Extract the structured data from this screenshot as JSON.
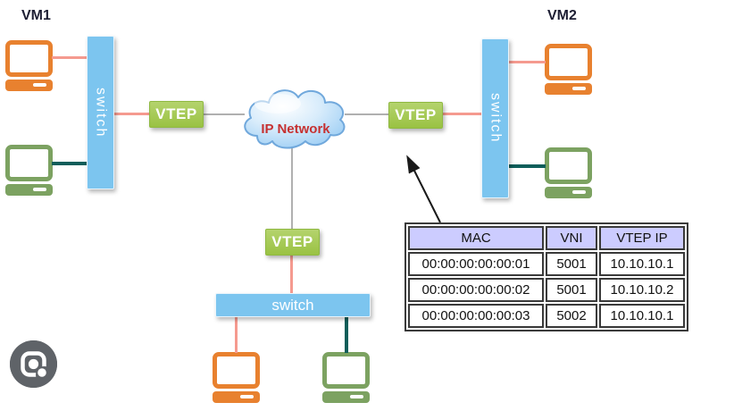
{
  "diagram": {
    "vm1_label": "VM1",
    "vm2_label": "VM2",
    "cloud_label": "IP Network",
    "switch_left_label": "switch",
    "switch_right_label": "switch",
    "switch_bottom_label": "switch",
    "vtep_left_label": "VTEP",
    "vtep_right_label": "VTEP",
    "vtep_bottom_label": "VTEP"
  },
  "table": {
    "headers": [
      "MAC",
      "VNI",
      "VTEP IP"
    ],
    "rows": [
      [
        "00:00:00:00:00:01",
        "5001",
        "10.10.10.1"
      ],
      [
        "00:00:00:00:00:02",
        "5001",
        "10.10.10.2"
      ],
      [
        "00:00:00:00:00:03",
        "5002",
        "10.10.10.1"
      ]
    ]
  },
  "icons": {
    "lens": "google-lens-camera-icon",
    "computers": "desktop-computer-icon",
    "cloud": "network-cloud-icon",
    "arrow": "annotation-arrow-icon"
  },
  "colors": {
    "switch_blue": "#7cc5ef",
    "vtep_green": "#9ac243",
    "link_pink": "#f59a8f",
    "link_teal": "#0e5e5a",
    "link_gray": "#b0b0b0",
    "pc_orange": "#e8812f",
    "pc_green": "#7ca261",
    "table_header_bg": "#ccccff",
    "cloud_text_red": "#c63131"
  }
}
